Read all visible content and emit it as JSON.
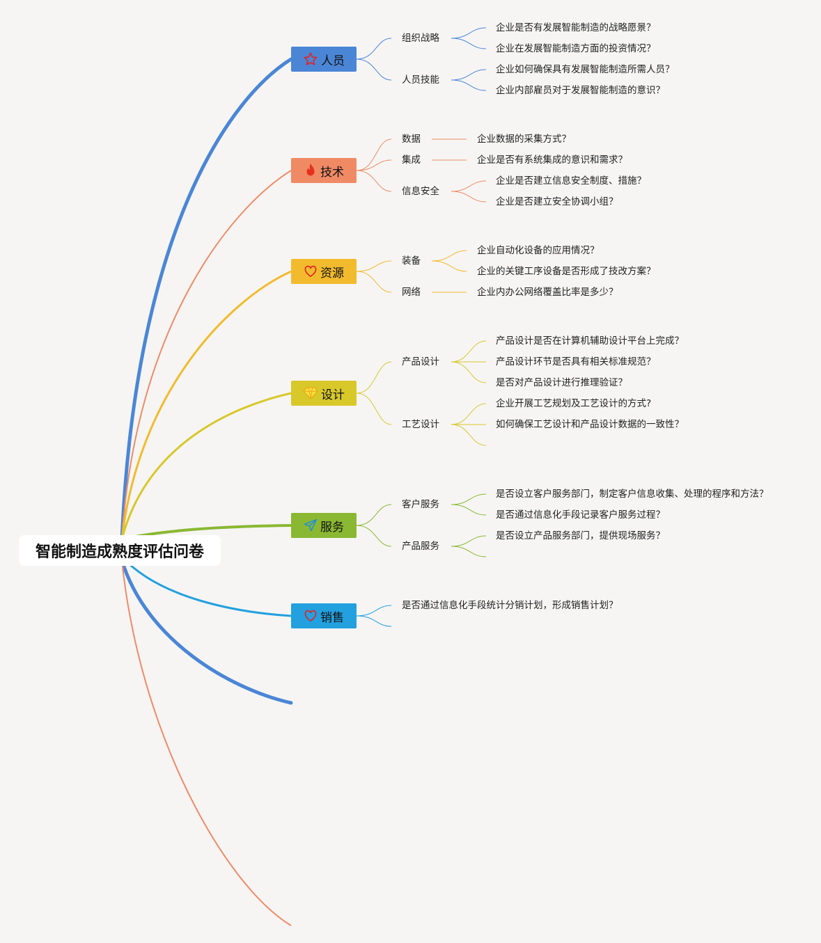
{
  "root": {
    "title": "智能制造成熟度评估问卷"
  },
  "branches": [
    {
      "label": "人员",
      "icon": "star-icon",
      "color": "#4b86d6",
      "subs": [
        {
          "label": "组织战略",
          "items": [
            "企业是否有发展智能制造的战略愿景？",
            "企业在发展智能制造方面的投资情况？"
          ]
        },
        {
          "label": "人员技能",
          "items": [
            "企业如何确保具有发展智能制造所需人员？",
            "企业内部雇员对于发展智能制造的意识？"
          ]
        }
      ]
    },
    {
      "label": "技术",
      "icon": "fire-icon",
      "color": "#f08a65",
      "subs": [
        {
          "label": "数据",
          "items": [
            "企业数据的采集方式？"
          ]
        },
        {
          "label": "集成",
          "items": [
            "企业是否有系统集成的意识和需求？"
          ]
        },
        {
          "label": "信息安全",
          "items": [
            "企业是否建立信息安全制度、措施？",
            "企业是否建立安全协调小组？"
          ]
        }
      ]
    },
    {
      "label": "资源",
      "icon": "heart-icon",
      "color": "#f2bb2e",
      "subs": [
        {
          "label": "装备",
          "items": [
            "企业自动化设备的应用情况？",
            "企业的关键工序设备是否形成了技改方案？"
          ]
        },
        {
          "label": "网络",
          "items": [
            "企业内办公网络覆盖比率是多少？"
          ]
        }
      ]
    },
    {
      "label": "设计",
      "icon": "diamond-icon",
      "color": "#d8c82a",
      "subs": [
        {
          "label": "产品设计",
          "items": [
            "产品设计是否在计算机辅助设计平台上完成？",
            "产品设计环节是否具有相关标准规范？",
            "是否对产品设计进行推理验证？"
          ]
        },
        {
          "label": "工艺设计",
          "items": [
            "企业开展工艺规划及工艺设计的方式?",
            "如何确保工艺设计和产品设计数据的一致性？"
          ]
        }
      ]
    },
    {
      "label": "服务",
      "icon": "send-icon",
      "color": "#8ab832",
      "subs": [
        {
          "label": "客户服务",
          "items": [
            "是否设立客户服务部门，制定客户信息收集、处理的程序和方法？",
            "是否通过信息化手段记录客户服务过程？"
          ]
        },
        {
          "label": "产品服务",
          "items": [
            "是否设立产品服务部门，提供现场服务？"
          ]
        }
      ]
    },
    {
      "label": "销售",
      "icon": "heart-icon",
      "color": "#23a0de",
      "direct": [
        "是否通过信息化手段统计分销计划，形成销售计划？"
      ]
    }
  ]
}
